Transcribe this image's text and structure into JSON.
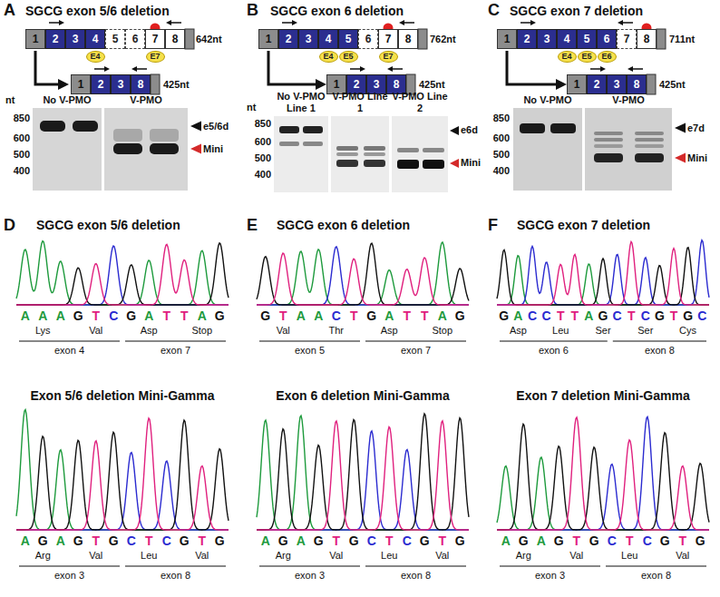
{
  "diagram": {
    "nodes": [
      {
        "text": [
          "1"
        ]
      },
      {
        "text": [
          "2"
        ]
      },
      {
        "text": [
          "3"
        ]
      },
      {
        "text": [
          "4"
        ]
      },
      {
        "text": [
          "5"
        ]
      },
      {
        "text": [
          "6"
        ]
      },
      {
        "text": [
          "7"
        ]
      },
      {
        "text": [
          "8"
        ]
      },
      {
        "text": [
          "E4"
        ]
      },
      {
        "text": [
          "E7"
        ]
      },
      {
        "text": [
          "1"
        ]
      },
      {
        "text": [
          "2"
        ]
      },
      {
        "text": [
          "3"
        ]
      },
      {
        "text": [
          "8"
        ]
      },
      {
        "text": [
          "1"
        ]
      },
      {
        "text": [
          "2"
        ]
      },
      {
        "text": [
          "3"
        ]
      },
      {
        "text": [
          "4"
        ]
      },
      {
        "text": [
          "5"
        ]
      },
      {
        "text": [
          "6"
        ]
      },
      {
        "text": [
          "7"
        ]
      },
      {
        "text": [
          "8"
        ]
      },
      {
        "text": [
          "E4"
        ]
      },
      {
        "text": [
          "E5"
        ]
      },
      {
        "text": [
          "E7"
        ]
      },
      {
        "text": [
          "1"
        ]
      },
      {
        "text": [
          "2"
        ]
      },
      {
        "text": [
          "3"
        ]
      },
      {
        "text": [
          "8"
        ]
      },
      {
        "text": [
          "1"
        ]
      },
      {
        "text": [
          "2"
        ]
      },
      {
        "text": [
          "3"
        ]
      },
      {
        "text": [
          "4"
        ]
      },
      {
        "text": [
          "5"
        ]
      },
      {
        "text": [
          "6"
        ]
      },
      {
        "text": [
          "7"
        ]
      },
      {
        "text": [
          "8"
        ]
      },
      {
        "text": [
          "E4"
        ]
      },
      {
        "text": [
          "E5"
        ]
      },
      {
        "text": [
          "E6"
        ]
      },
      {
        "text": [
          "1"
        ]
      },
      {
        "text": [
          "2"
        ]
      },
      {
        "text": [
          "3"
        ]
      },
      {
        "text": [
          "8"
        ]
      }
    ],
    "labels": [
      "A",
      "SGCG exon 5/6 deletion",
      "642nt",
      "425nt",
      "nt",
      "850",
      "600",
      "500",
      "400",
      "No V-PMO",
      "V-PMO",
      "e5/6d",
      "Mini",
      "B",
      "SGCG exon 6 deletion",
      "762nt",
      "425nt",
      "nt",
      "850",
      "600",
      "500",
      "400",
      "No V-PMO Line 1",
      "V-PMO Line 1",
      "V-PMO Line 2",
      "e6d",
      "Mini",
      "C",
      "SGCG exon 7 deletion",
      "711nt",
      "425nt",
      "850",
      "600",
      "500",
      "400",
      "No V-PMO",
      "V-PMO",
      "e7d",
      "Mini",
      "D",
      "SGCG exon 5/6 deletion",
      "A",
      "A",
      "A",
      "G",
      "T",
      "C",
      "G",
      "A",
      "T",
      "T",
      "A",
      "G",
      "Lys",
      "Val",
      "Asp",
      "Stop",
      "exon 4",
      "exon 7",
      "Exon 5/6 deletion Mini-Gamma",
      "A",
      "G",
      "A",
      "G",
      "T",
      "G",
      "C",
      "T",
      "C",
      "G",
      "T",
      "G",
      "Arg",
      "Val",
      "Leu",
      "Val",
      "exon 3",
      "exon 8",
      "E",
      "SGCG exon 6 deletion",
      "G",
      "T",
      "A",
      "A",
      "C",
      "T",
      "G",
      "A",
      "T",
      "T",
      "A",
      "G",
      "Val",
      "Thr",
      "Asp",
      "Stop",
      "exon 5",
      "exon 7",
      "Exon 6 deletion Mini-Gamma",
      "A",
      "G",
      "A",
      "G",
      "T",
      "G",
      "C",
      "T",
      "C",
      "G",
      "T",
      "G",
      "Arg",
      "Val",
      "Leu",
      "Val",
      "exon 3",
      "exon 8",
      "F",
      "SGCG exon 7 deletion",
      "G",
      "A",
      "C",
      "C",
      "T",
      "T",
      "A",
      "G",
      "C",
      "T",
      "C",
      "G",
      "T",
      "G",
      "C",
      "Asp",
      "Leu",
      "Ser",
      "Ser",
      "Cys",
      "exon 6",
      "exon 8",
      "Exon 7 deletion Mini-Gamma",
      "A",
      "G",
      "A",
      "G",
      "T",
      "G",
      "C",
      "T",
      "C",
      "G",
      "T",
      "G",
      "Arg",
      "Val",
      "Leu",
      "Val",
      "exon 3",
      "exon 8"
    ]
  }
}
